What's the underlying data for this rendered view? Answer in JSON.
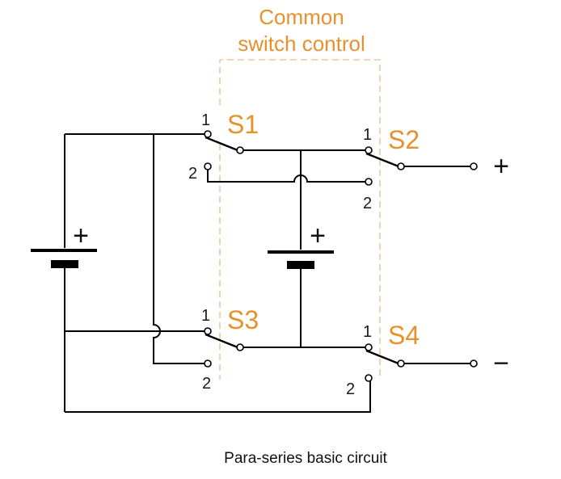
{
  "header": {
    "line1": "Common",
    "line2": "switch control"
  },
  "switches": {
    "s1": {
      "label": "S1",
      "pos1": "1",
      "pos2": "2"
    },
    "s2": {
      "label": "S2",
      "pos1": "1",
      "pos2": "2"
    },
    "s3": {
      "label": "S3",
      "pos1": "1",
      "pos2": "2"
    },
    "s4": {
      "label": "S4",
      "pos1": "1",
      "pos2": "2"
    }
  },
  "batteries": {
    "left": {
      "plus": "+"
    },
    "center": {
      "plus": "+"
    }
  },
  "outputs": {
    "positive": "+",
    "negative": "−"
  },
  "caption": "Para-series basic circuit",
  "colors": {
    "accent": "#e8912c",
    "dashed_box": "#f2c69a",
    "wire": "#000000"
  }
}
